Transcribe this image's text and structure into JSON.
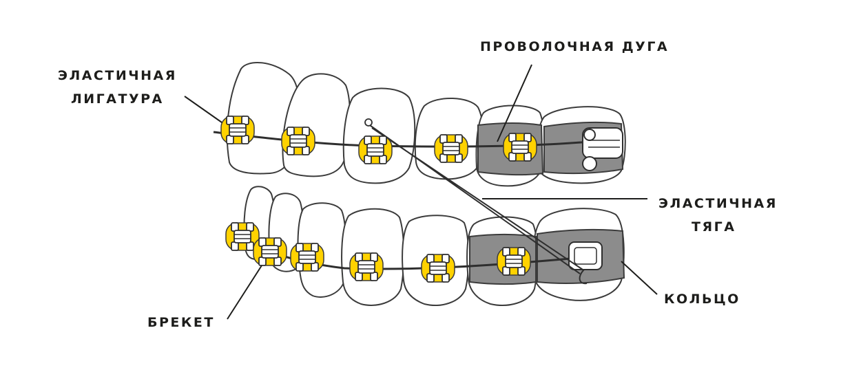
{
  "labels": {
    "ligature": [
      "ЭЛАСТИЧНАЯ",
      "ЛИГАТУРА"
    ],
    "archwire": "ПРОВОЛОЧНАЯ ДУГА",
    "elastic": [
      "ЭЛАСТИЧНАЯ",
      "ТЯГА"
    ],
    "ring": "КОЛЬЦО",
    "bracket": "БРЕКЕТ"
  },
  "colors": {
    "ligature": "#ffd200",
    "band": "#8c8c8c",
    "outline": "#3b3b3b",
    "text": "#1d1d1b"
  }
}
